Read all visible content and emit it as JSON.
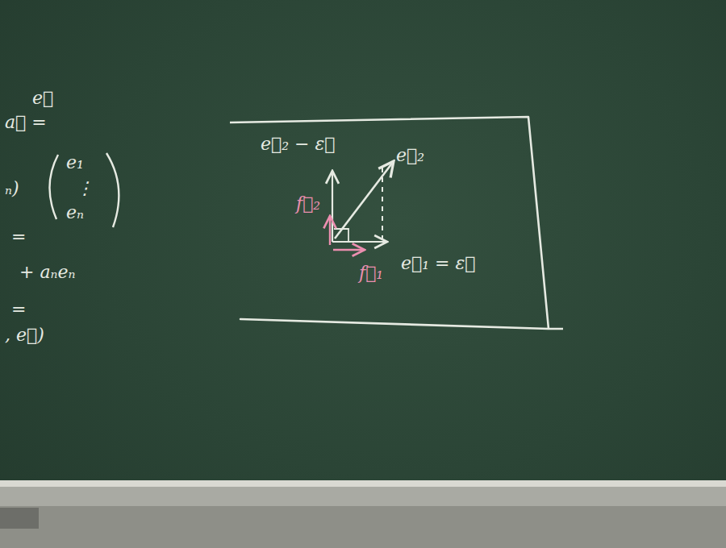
{
  "diagram": {
    "nodes": [
      {
        "text": [
          "e⃗₂ − ε⃗",
          "e⃗₂",
          "f⃗₂",
          "f⃗₁",
          "e⃗₁ = ε⃗"
        ]
      }
    ],
    "labels": [
      "e⃗",
      "a⃗ =",
      "ₙ)",
      "e₁",
      "⋮",
      "eₙ",
      "=",
      "+ aₙeₙ",
      "=",
      ", e⃗)"
    ]
  }
}
